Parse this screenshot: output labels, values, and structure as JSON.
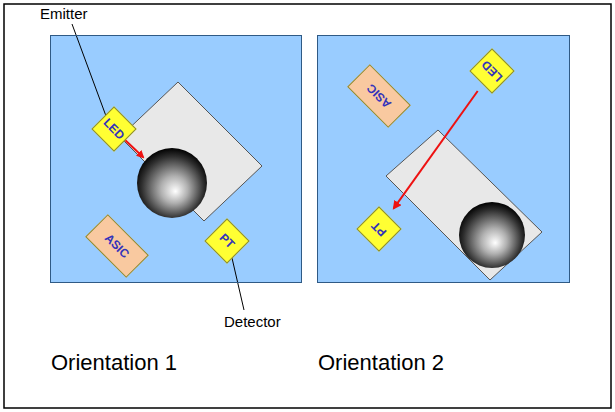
{
  "diagram": {
    "nodes": [
      {
        "text": [
          "Orientation 1"
        ]
      },
      {
        "text": [
          "LED"
        ],
        "in": 0
      },
      {
        "text": [
          "ASIC"
        ],
        "in": 0
      },
      {
        "text": [
          "PT"
        ],
        "in": 0
      },
      {
        "text": [
          "Orientation 2"
        ]
      },
      {
        "text": [
          "ASIC"
        ],
        "in": 4
      },
      {
        "text": [
          "LED"
        ],
        "in": 4
      },
      {
        "text": [
          "PT"
        ],
        "in": 4
      }
    ],
    "edges": [
      {
        "from": 6,
        "to": 7,
        "arrow": "to"
      }
    ],
    "labels": [
      "Emitter",
      "Detector"
    ]
  }
}
